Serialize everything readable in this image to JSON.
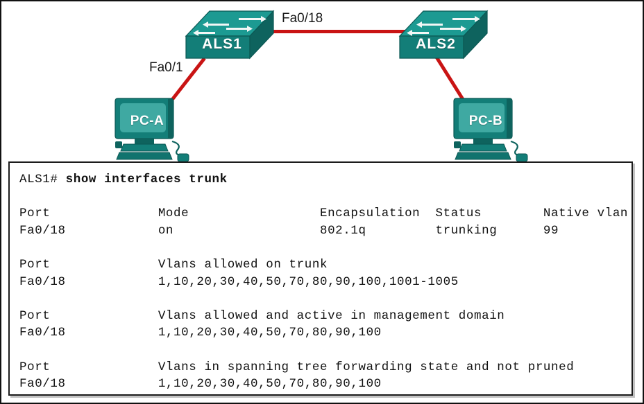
{
  "topology": {
    "devices": [
      {
        "id": "als1",
        "type": "switch",
        "label": "ALS1"
      },
      {
        "id": "als2",
        "type": "switch",
        "label": "ALS2"
      },
      {
        "id": "pca",
        "type": "pc",
        "label": "PC-A"
      },
      {
        "id": "pcb",
        "type": "pc",
        "label": "PC-B"
      }
    ],
    "link_labels": [
      {
        "id": "fa018",
        "text": "Fa0/18"
      },
      {
        "id": "fa01",
        "text": "Fa0/1"
      }
    ],
    "colors": {
      "link": "#C91414",
      "device_body": "#137E78",
      "device_top": "#1C9A92",
      "device_side": "#0E635E",
      "screen": "#3FA9A2"
    }
  },
  "terminal": {
    "prompt": "ALS1# ",
    "command": "show interfaces trunk",
    "lines": [
      "Port              Mode                 Encapsulation  Status        Native vlan",
      "Fa0/18            on                   802.1q         trunking      99",
      "",
      "Port              Vlans allowed on trunk",
      "Fa0/18            1,10,20,30,40,50,70,80,90,100,1001-1005",
      "",
      "Port              Vlans allowed and active in management domain",
      "Fa0/18            1,10,20,30,40,50,70,80,90,100",
      "",
      "Port              Vlans in spanning tree forwarding state and not pruned",
      "Fa0/18            1,10,20,30,40,50,70,80,90,100"
    ],
    "table": {
      "headers": [
        "Port",
        "Mode",
        "Encapsulation",
        "Status",
        "Native vlan"
      ],
      "rows": [
        [
          "Fa0/18",
          "on",
          "802.1q",
          "trunking",
          "99"
        ]
      ],
      "sections": [
        {
          "header": [
            "Port",
            "Vlans allowed on trunk"
          ],
          "row": [
            "Fa0/18",
            "1,10,20,30,40,50,70,80,90,100,1001-1005"
          ]
        },
        {
          "header": [
            "Port",
            "Vlans allowed and active in management domain"
          ],
          "row": [
            "Fa0/18",
            "1,10,20,30,40,50,70,80,90,100"
          ]
        },
        {
          "header": [
            "Port",
            "Vlans in spanning tree forwarding state and not pruned"
          ],
          "row": [
            "Fa0/18",
            "1,10,20,30,40,50,70,80,90,100"
          ]
        }
      ]
    }
  }
}
